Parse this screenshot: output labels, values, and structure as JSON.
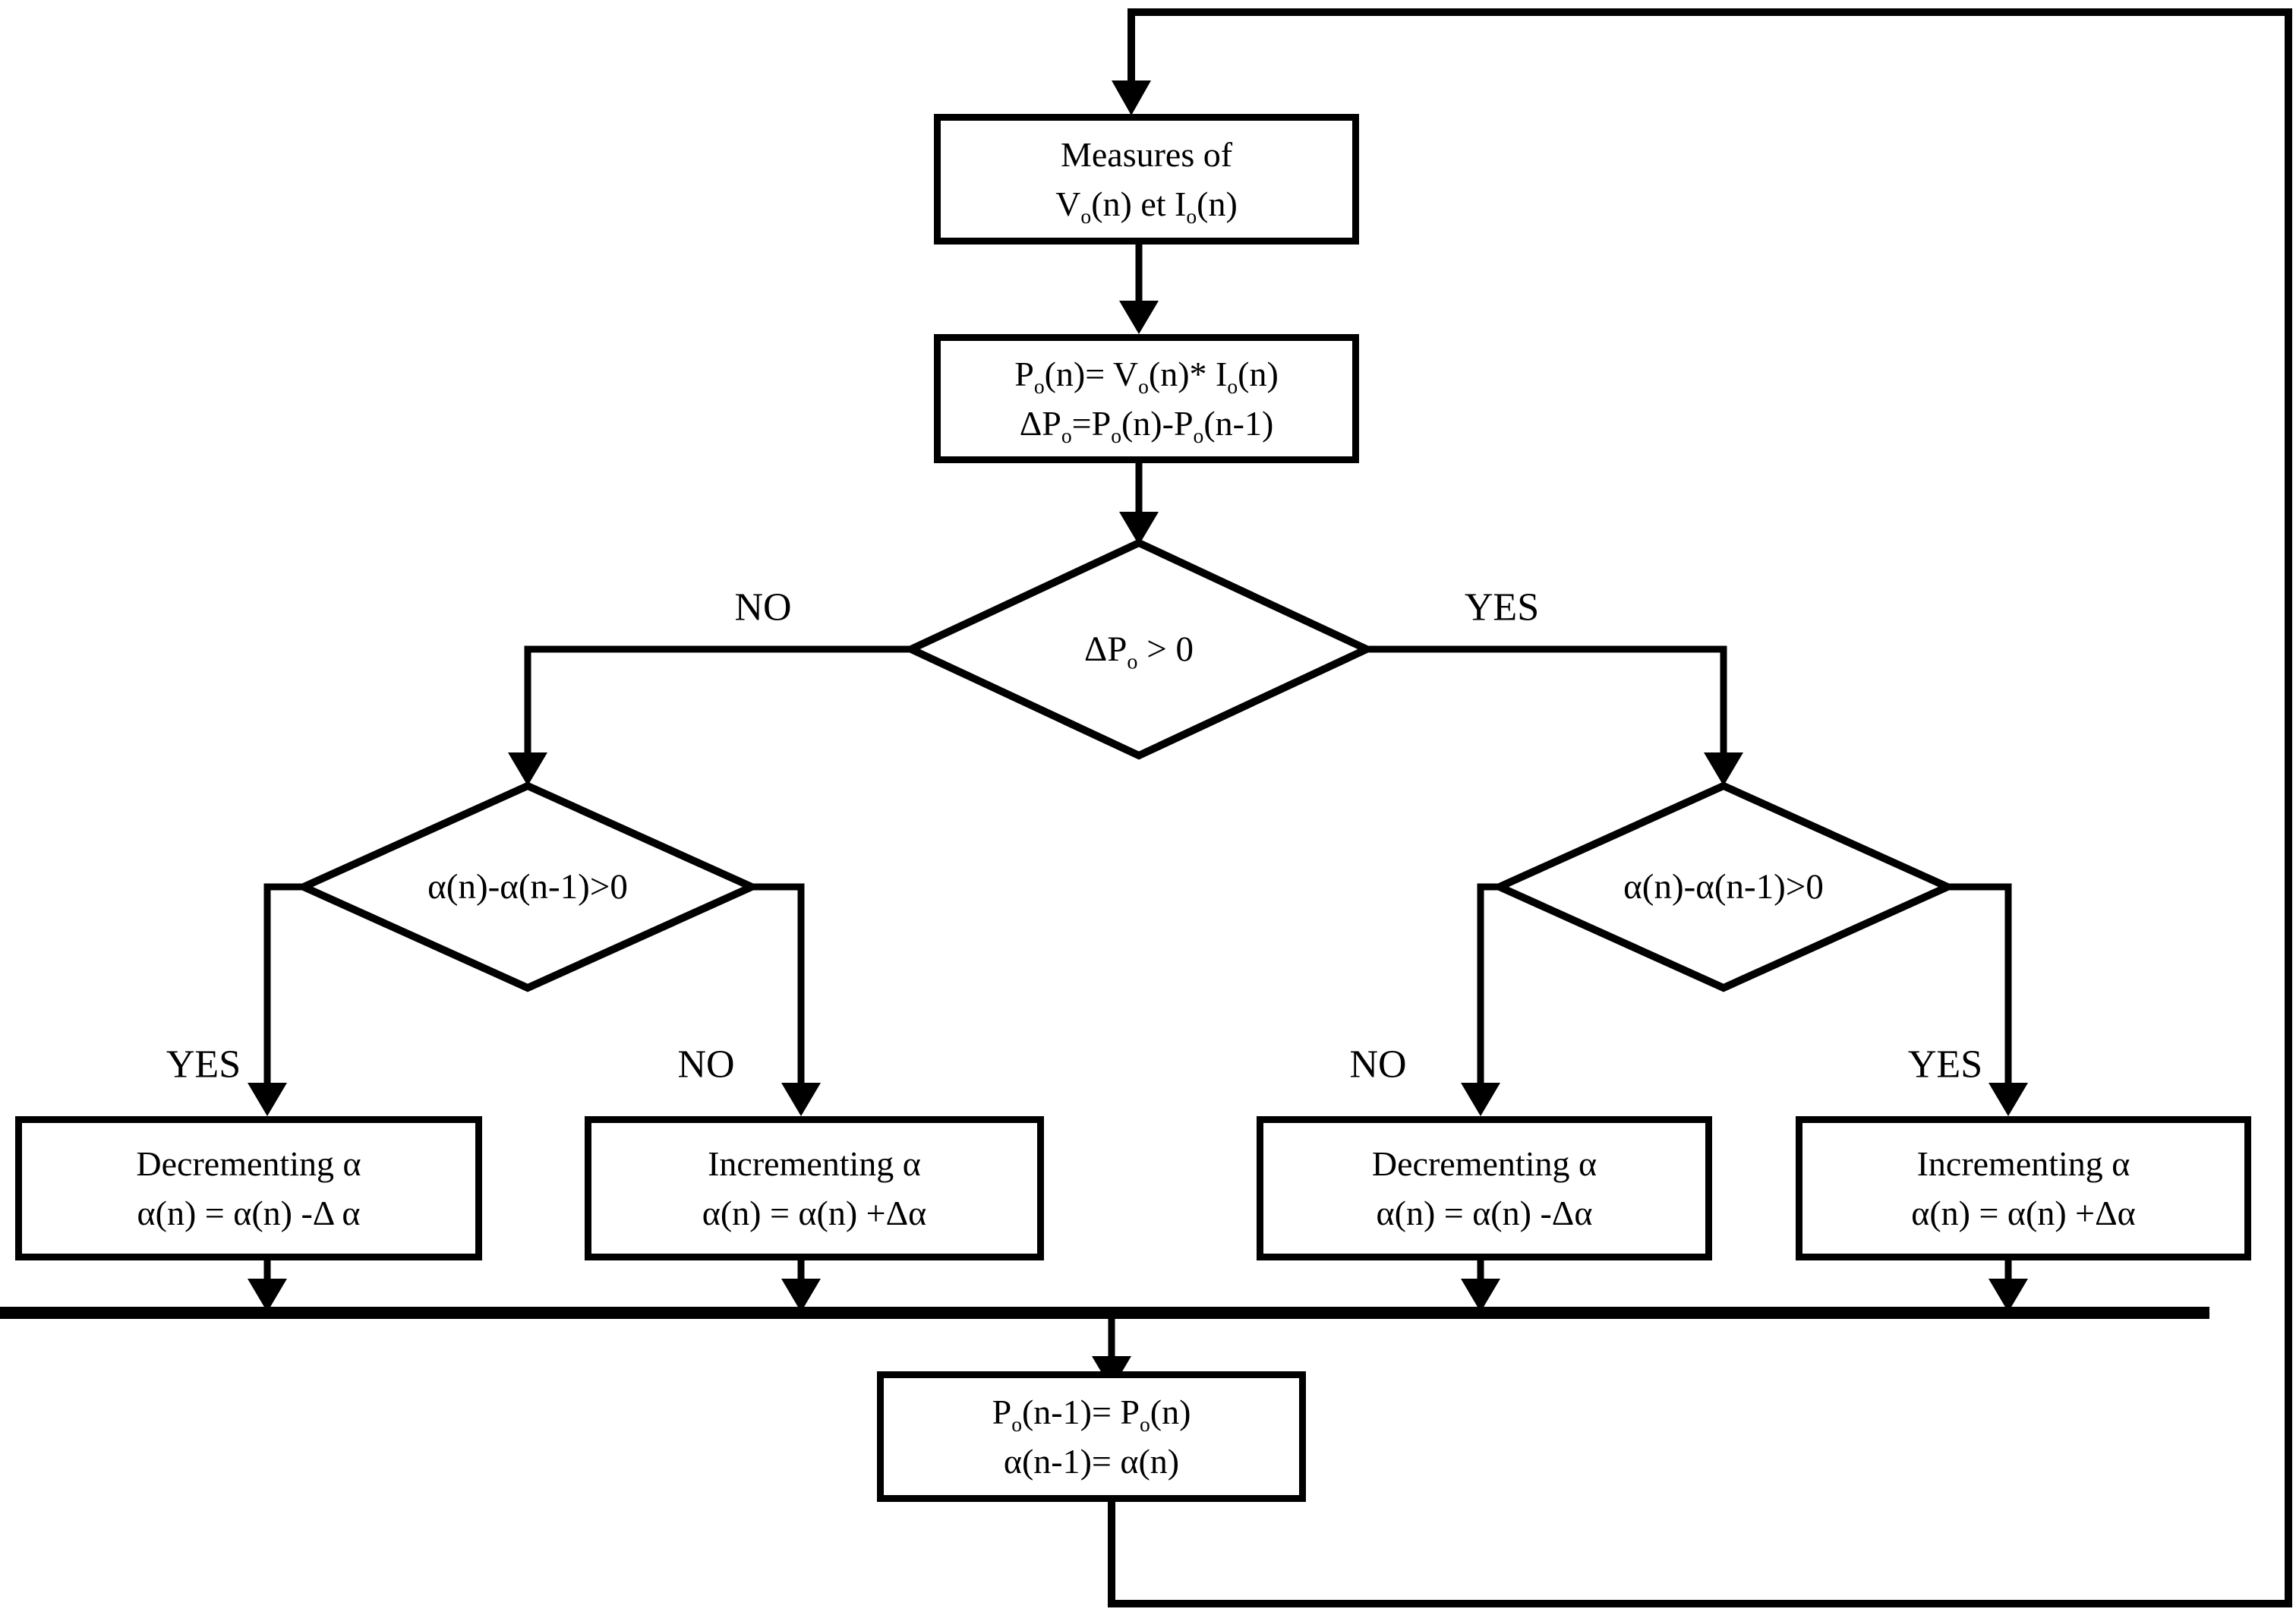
{
  "palette": {
    "line": "#000000",
    "background": "#ffffff"
  },
  "flowchart": {
    "measure": {
      "line1": "Measures of",
      "line2": "V_{o}(n) et I_{o}(n)"
    },
    "compute": {
      "line1": "P_{o}(n)= V_{o}(n)* I_{o}(n)",
      "line2": "ΔP_{o}=P_{o}(n)-P_{o}(n-1)"
    },
    "decision_power": {
      "label": "ΔP_{o} > 0",
      "no": "NO",
      "yes": "YES"
    },
    "decision_alpha_left": {
      "label": "α(n)-α(n-1)>0",
      "yes": "YES",
      "no": "NO"
    },
    "decision_alpha_right": {
      "label": "α(n)-α(n-1)>0",
      "no": "NO",
      "yes": "YES"
    },
    "action_decrement_left": {
      "line1": "Decrementing α",
      "line2": "α(n) = α(n) -Δ α"
    },
    "action_increment_left": {
      "line1": "Incrementing α",
      "line2": "α(n) = α(n) +Δα"
    },
    "action_decrement_right": {
      "line1": "Decrementing α",
      "line2": "α(n) = α(n) -Δα"
    },
    "action_increment_right": {
      "line1": "Incrementing α",
      "line2": "α(n) = α(n) +Δα"
    },
    "update": {
      "line1": "P_{o}(n-1)= P_{o}(n)",
      "line2": "α(n-1)= α(n)"
    }
  }
}
